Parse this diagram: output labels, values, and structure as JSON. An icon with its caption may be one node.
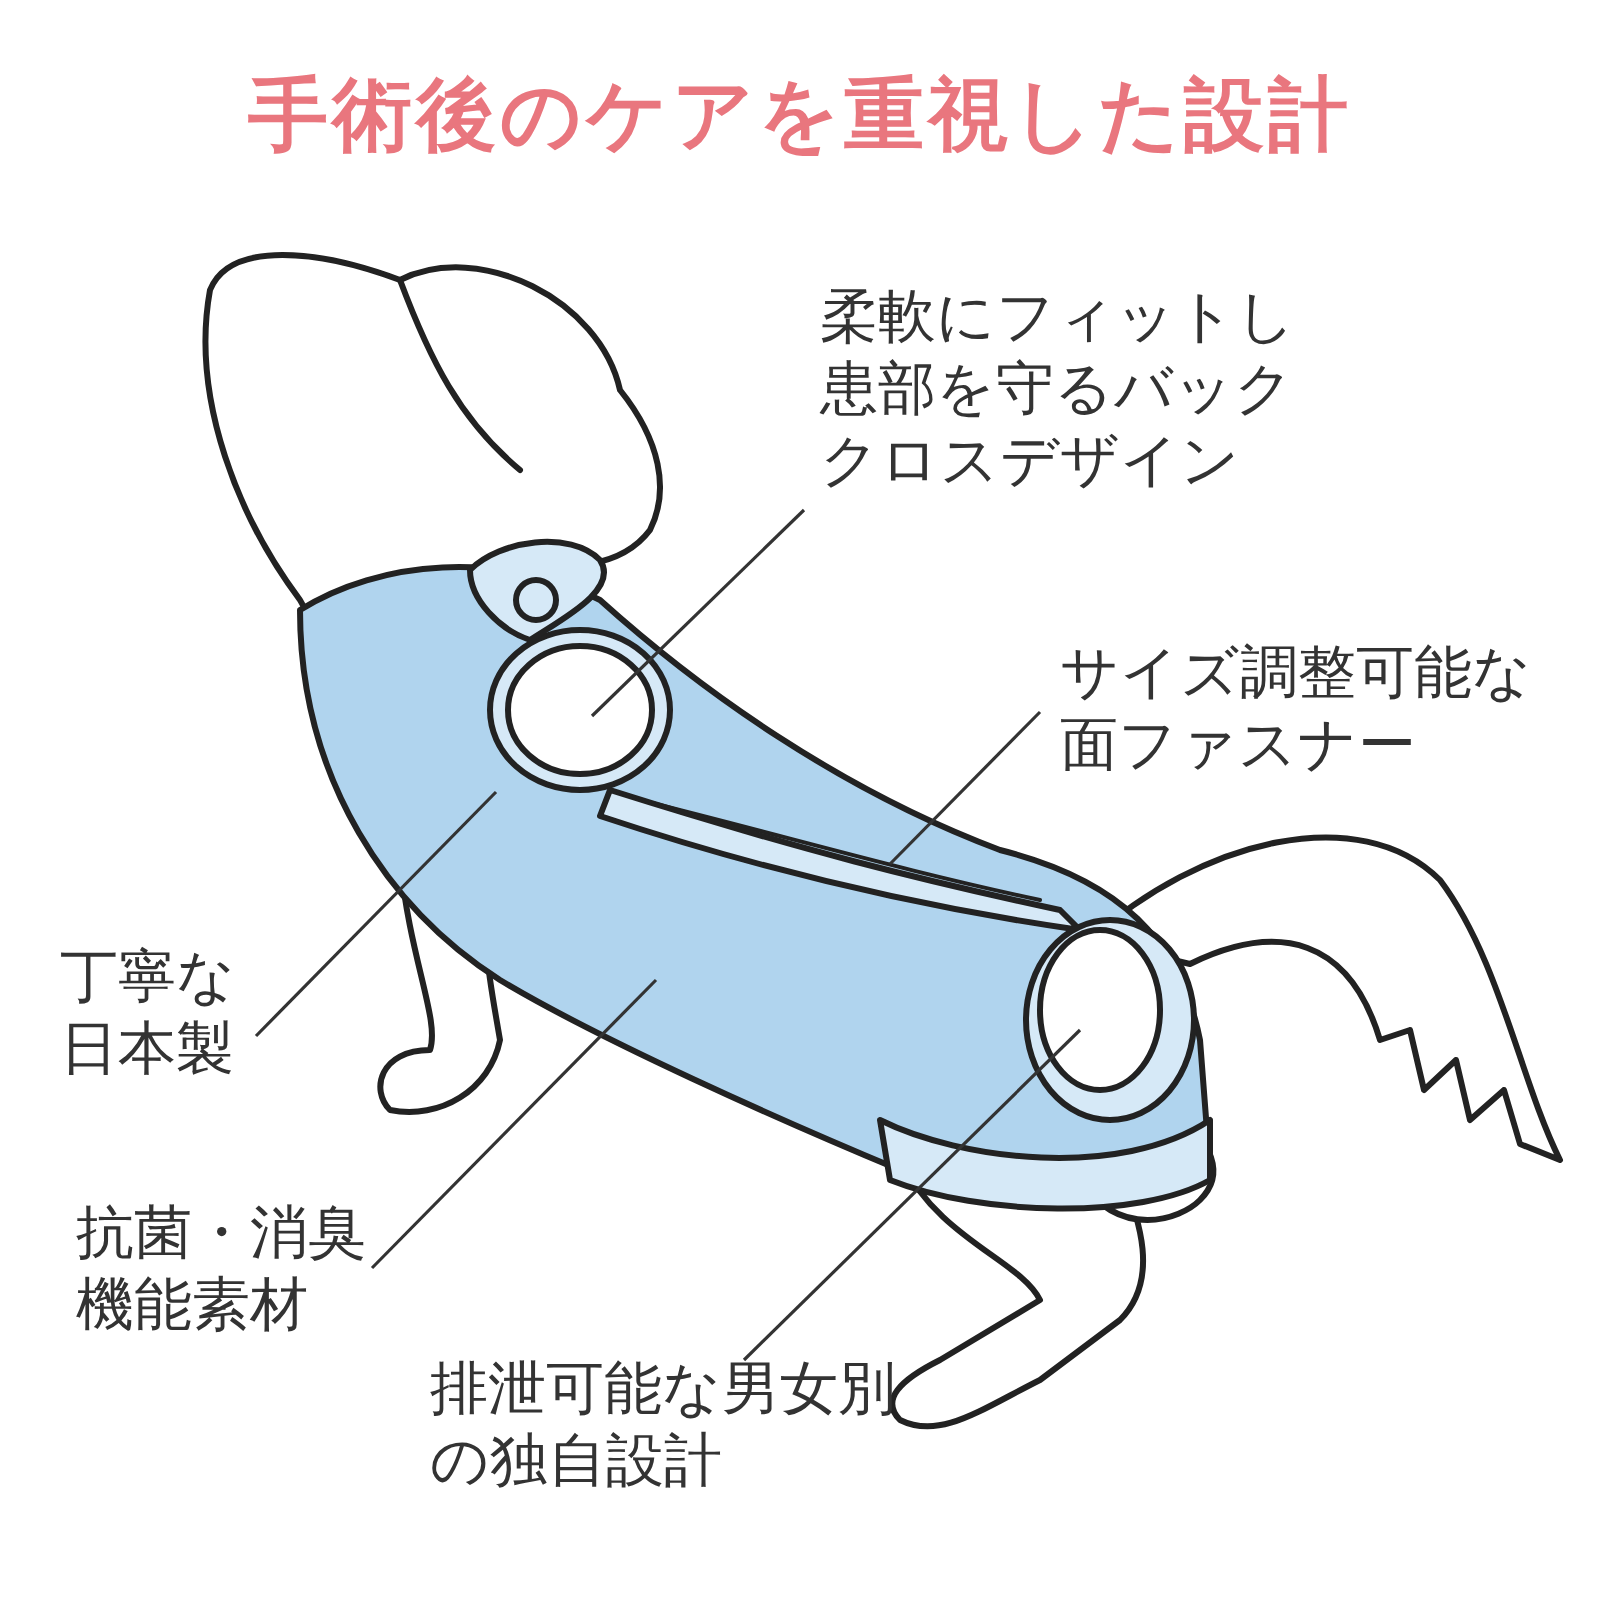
{
  "diagram": {
    "title": "手術後のケアを重視した設計",
    "nodes": [
      {
        "text": [
          "柔軟にフィットし患部を守るバッククロスデザイン"
        ]
      },
      {
        "text": [
          "サイズ調整可能な面ファスナー"
        ]
      },
      {
        "text": [
          "丁寧な日本製"
        ]
      },
      {
        "text": [
          "抗菌・消臭機能素材"
        ]
      },
      {
        "text": [
          "排泄可能な男女別の独自設計"
        ]
      }
    ],
    "edges": [
      {
        "from": 0,
        "to": null,
        "arrow": "none"
      },
      {
        "from": 1,
        "to": null,
        "arrow": "none"
      },
      {
        "from": 2,
        "to": null,
        "arrow": "none"
      },
      {
        "from": 3,
        "to": null,
        "arrow": "none"
      },
      {
        "from": 4,
        "to": null,
        "arrow": "none"
      }
    ]
  }
}
